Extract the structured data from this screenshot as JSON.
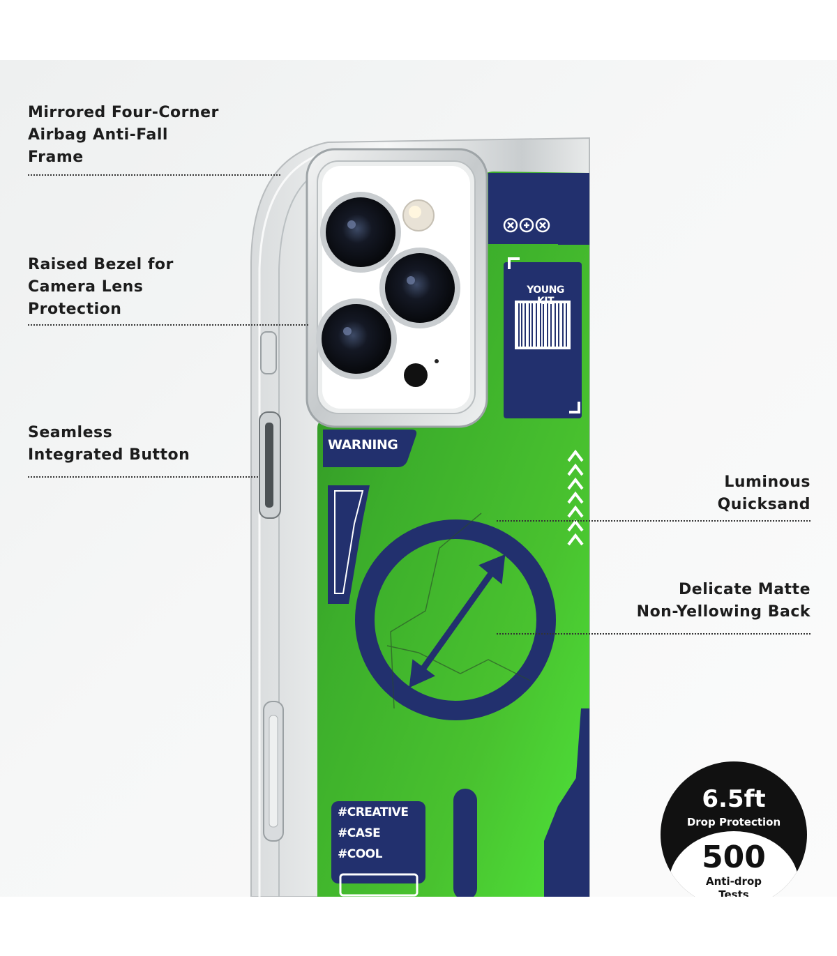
{
  "features": [
    {
      "id": "frame",
      "text": "Mirrored Four-Corner\nAirbag Anti-Fall\nFrame"
    },
    {
      "id": "bezel",
      "text": "Raised Bezel for\nCamera Lens\nProtection"
    },
    {
      "id": "button",
      "text": "Seamless\nIntegrated Button"
    },
    {
      "id": "quicksand",
      "text": "Luminous\nQuicksand"
    },
    {
      "id": "back",
      "text": "Delicate Matte\nNon-Yellowing Back"
    }
  ],
  "case_print": {
    "brand": "YOUNG KIT",
    "warning": "WARNING",
    "tags": [
      "#CREATIVE",
      "#CASE",
      "#COOL"
    ]
  },
  "badge": {
    "height": "6.5ft",
    "height_caption": "Drop Protection",
    "tests": "500",
    "tests_caption": "Anti-drop\nTests"
  },
  "colors": {
    "case_green": "#3fbf2a",
    "print_navy": "#22306e",
    "background": "#f3f4f4"
  }
}
